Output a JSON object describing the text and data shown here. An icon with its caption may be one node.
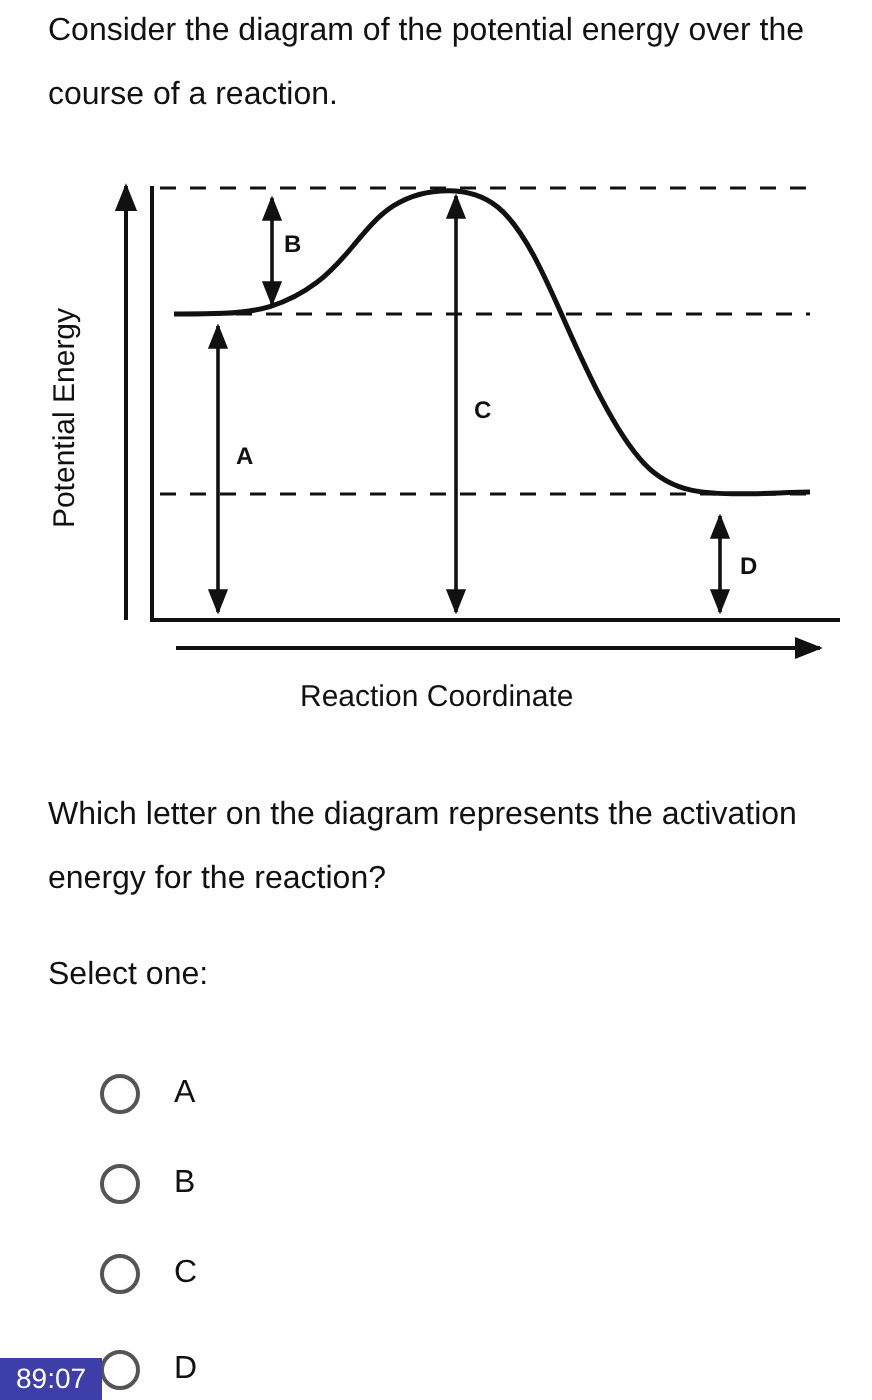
{
  "diagram": {
    "labels": [
      "Consider the diagram of the potential energy over the course of a reaction.",
      "B",
      "C",
      "A",
      "D",
      "Potential Energy",
      "Reaction Coordinate",
      "Which letter on the diagram represents the activation energy for the reaction?",
      "Select one:",
      "A",
      "B",
      "C",
      "D",
      "89:07"
    ]
  }
}
